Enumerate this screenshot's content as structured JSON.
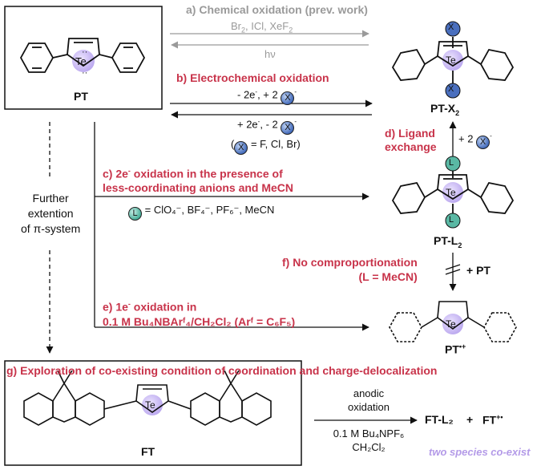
{
  "molecule_labels": {
    "pt": "PT",
    "pt_x2": "PT-X",
    "pt_x2_sub": "2",
    "pt_l2": "PT-L",
    "pt_l2_sub": "2",
    "pt_radical": "PT",
    "pt_radical_sup": "•+",
    "ft": "FT",
    "te": "Te"
  },
  "reaction_a": {
    "title": "a) Chemical oxidation (prev. work)",
    "reagent_1": "Br",
    "reagent_1_sub": "2",
    "reagent_2": ", ICl, XeF",
    "reagent_2_sub": "2",
    "reverse": "hν"
  },
  "reaction_b": {
    "title": "b) Electrochemical oxidation",
    "forward": "- 2e",
    "forward_sup": "-",
    "forward_2": ", + 2",
    "reverse": "+ 2e",
    "reverse_sup": "-",
    "reverse_2": ", - 2",
    "x_def": "= F, Cl, Br)",
    "x_open": "("
  },
  "reaction_c": {
    "title_line1": "c) 2e",
    "title_sup": "-",
    "title_line1_rest": " oxidation in the presence of",
    "title_line2": "less-coordinating anions and MeCN",
    "l_def": "= ClO₄⁻, BF₄⁻, PF₆⁻, MeCN"
  },
  "reaction_d": {
    "title_line1": "d) Ligand",
    "title_line2": "exchange",
    "reagent": "+ 2"
  },
  "reaction_e": {
    "title_line1": "e) 1e",
    "title_sup": "-",
    "title_line1_rest": " oxidation in",
    "title_line2": "0.1 M Bu₄NBArᶠ₄/CH₂Cl₂ (Arᶠ = C₆F₅)"
  },
  "reaction_f": {
    "title_line1": "f) No comproportionation",
    "title_line2": "(L = MeCN)",
    "reagent": "+ PT"
  },
  "further": {
    "line1": "Further",
    "line2": "extention",
    "line3": "of π-system"
  },
  "section_g": {
    "title": "g) Exploration of co-existing condition of coordination and charge-delocalization",
    "cond_1": "anodic",
    "cond_2": "oxidation",
    "cond_3": "0.1 M Bu₄NPF₆",
    "cond_4": "CH₂Cl₂",
    "product_1": "FT-L₂",
    "plus": "+",
    "product_2": "FT",
    "product_2_sup": "+•",
    "note": "two species co-exist"
  },
  "symbols": {
    "x": "X",
    "l": "L",
    "minus": "-"
  },
  "colors": {
    "accent_red": "#c8334a",
    "gray": "#9a9a9a",
    "purple": "#b49be8",
    "x_circle": "#3d66b8",
    "l_circle": "#3fa892",
    "te_circle": "#c9b8f0"
  }
}
